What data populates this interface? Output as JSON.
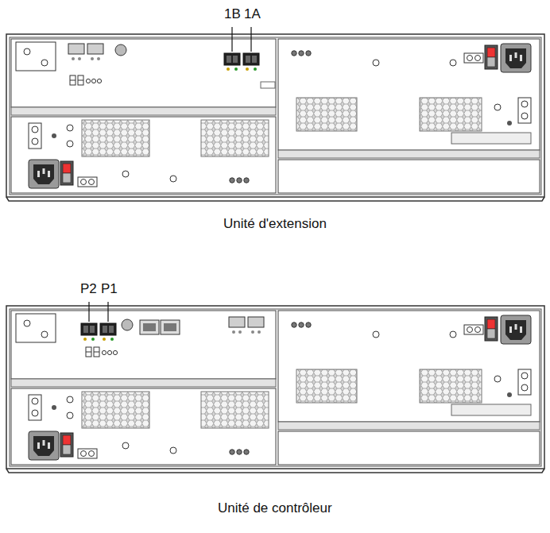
{
  "diagram": {
    "labels": [
      "1B",
      "1A",
      "Unité d'extension",
      "P2",
      "P1",
      "Unité de contrôleur"
    ]
  }
}
